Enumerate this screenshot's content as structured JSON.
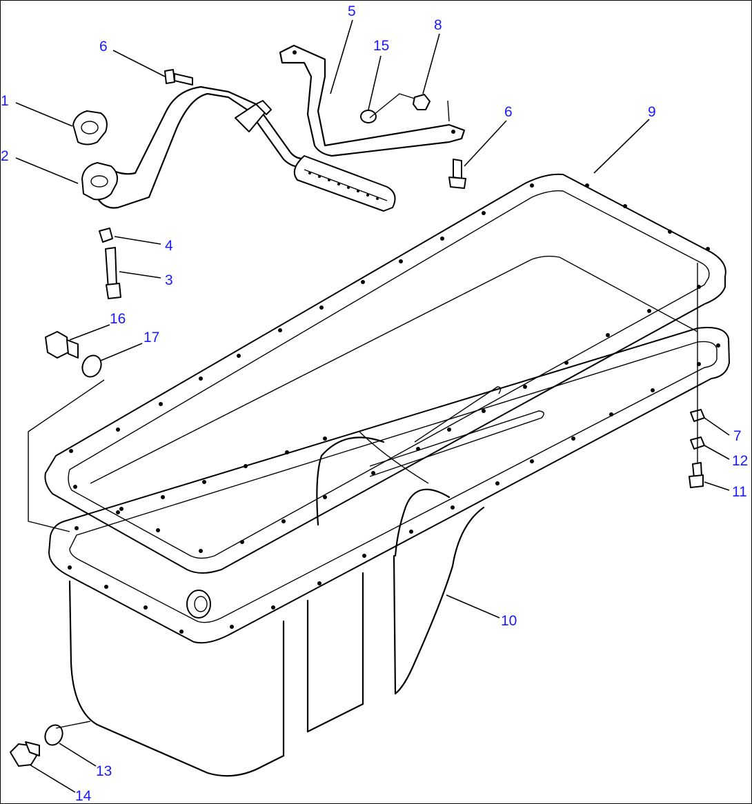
{
  "callouts": {
    "c1": "1",
    "c2": "2",
    "c3": "3",
    "c4": "4",
    "c5": "5",
    "c6a": "6",
    "c6b": "6",
    "c7": "7",
    "c8": "8",
    "c9": "9",
    "c10": "10",
    "c11": "11",
    "c12": "12",
    "c13": "13",
    "c14": "14",
    "c15": "15",
    "c16": "16",
    "c17": "17"
  },
  "colors": {
    "callout": "#1a1aff",
    "line": "#000000",
    "background": "#ffffff"
  }
}
